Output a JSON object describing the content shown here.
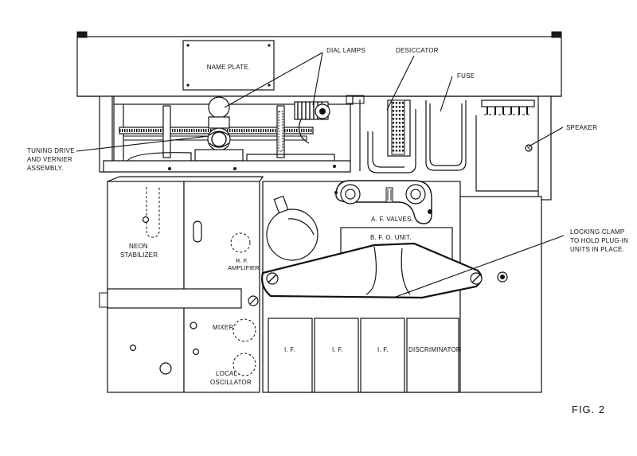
{
  "labels": {
    "name_plate": "NAME PLATE.",
    "dial_lamps": "DIAL LAMPS",
    "desiccator": "DESICCATOR",
    "fuse": "FUSE",
    "speaker": "SPEAKER",
    "tuning_drive": [
      "TUNING DRIVE",
      "AND VERNIER",
      "ASSEMBLY."
    ],
    "af_valves": "A. F. VALVES.",
    "bfo_unit": "B. F. O. UNIT.",
    "locking_clamp": [
      "LOCKING CLAMP",
      "TO HOLD PLUG-IN",
      "UNITS IN PLACE."
    ],
    "neon_stabilizer": [
      "NEON",
      "STABILIZER"
    ],
    "rf_amplifier": [
      "R. F.",
      "AMPLIFIER"
    ],
    "mixer": "MIXER",
    "local_oscillator": [
      "LOCAL",
      "OSCILLATOR"
    ],
    "if_1": "I. F.",
    "if_2": "I. F.",
    "if_3": "I. F.",
    "discriminator": "DISCRIMINATOR",
    "figure": "FIG. 2"
  }
}
